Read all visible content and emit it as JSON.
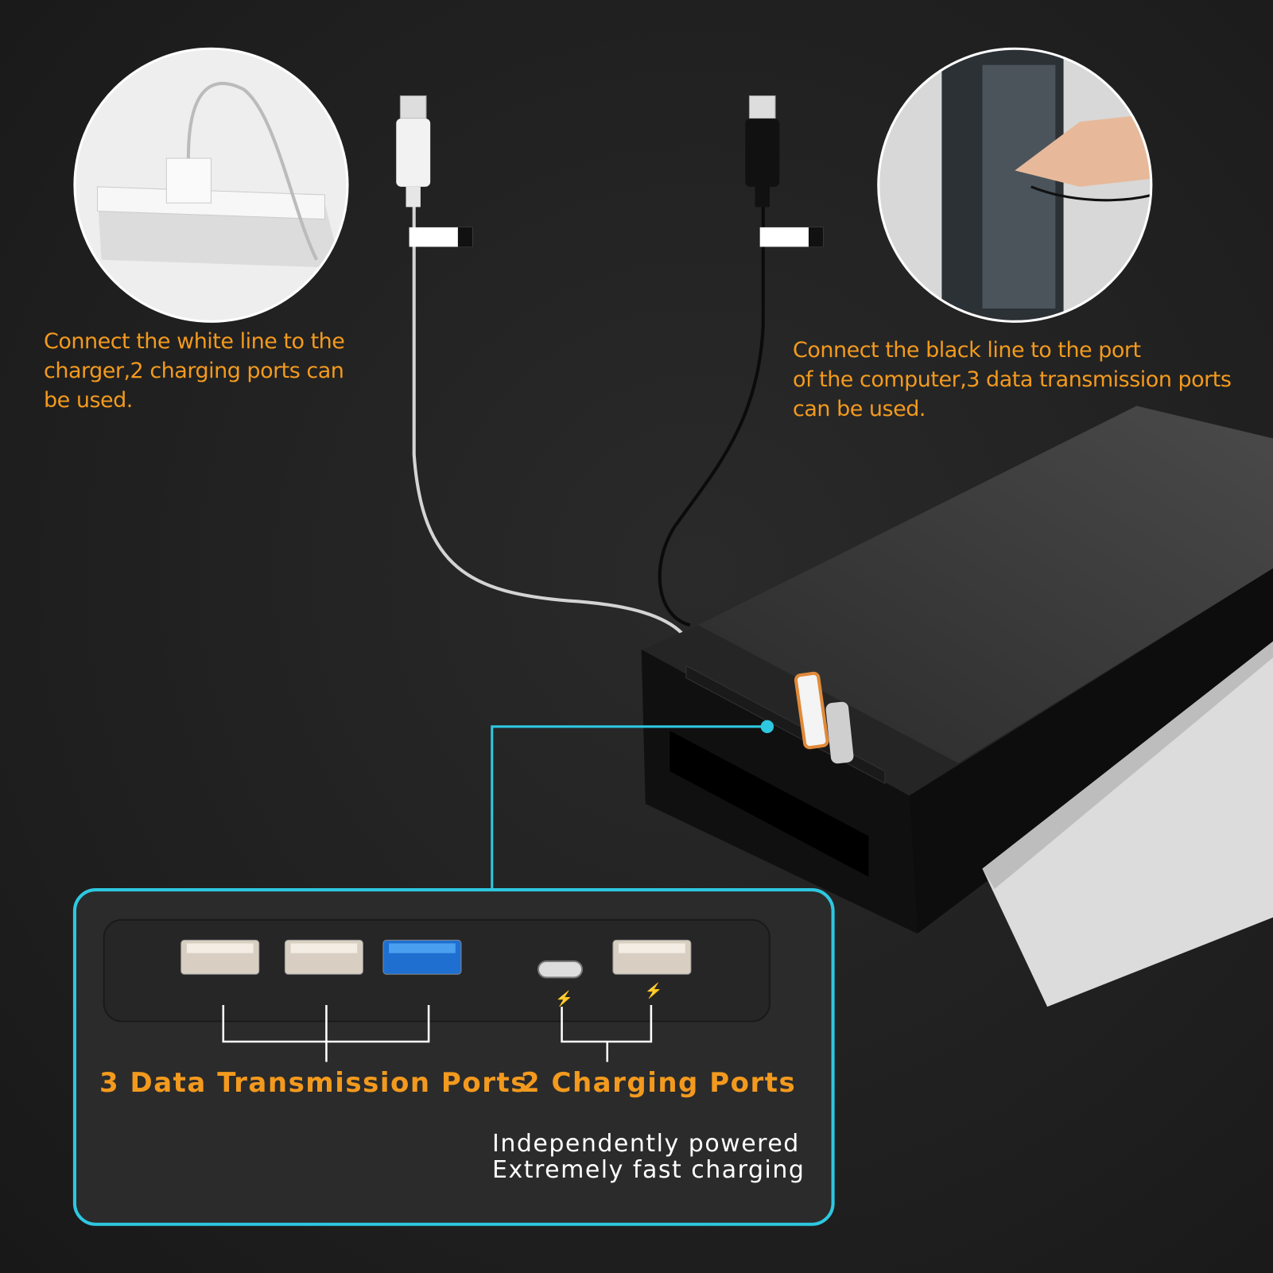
{
  "left_caption": [
    "Connect the white line to the",
    "charger,2 charging ports can",
    "be used."
  ],
  "right_caption": [
    "Connect the black line to the  port",
    "of the computer,3 data transmission ports",
    "can be used."
  ],
  "callout": {
    "data_label": "3 Data Transmission Ports",
    "charging_label": "2 Charging Ports",
    "note": [
      "Independently powered",
      "Extremely fast charging"
    ]
  },
  "colors": {
    "accent_orange": "#f39a1e",
    "callout_cyan": "#2ec7e0",
    "usb3_blue": "#1e6fd0"
  },
  "icons": [
    "usb-a-white-plug-icon",
    "usb-a-black-plug-icon",
    "lightning-icon",
    "usb-c-port-icon"
  ]
}
